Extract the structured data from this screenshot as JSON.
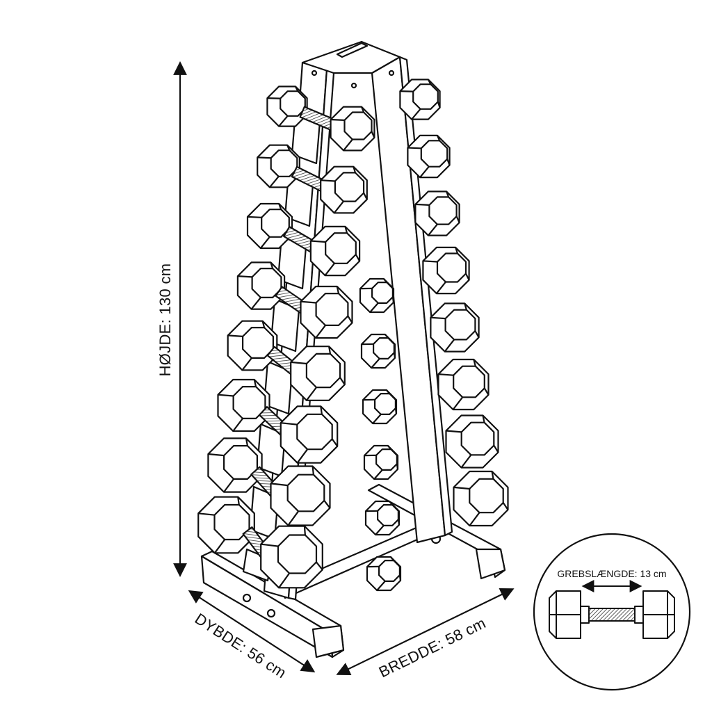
{
  "labels": {
    "height": "HØJDE: 130 cm",
    "depth": "DYBDE: 56 cm",
    "width": "BREDDE: 58 cm",
    "grip": "GREBSLÆNGDE: 13 cm"
  },
  "colors": {
    "line": "#111111",
    "fill": "#ffffff",
    "knurl": "#555555"
  },
  "icons": [
    "dumbbell-rack-illustration",
    "dumbbell-icon",
    "arrow-icon"
  ]
}
